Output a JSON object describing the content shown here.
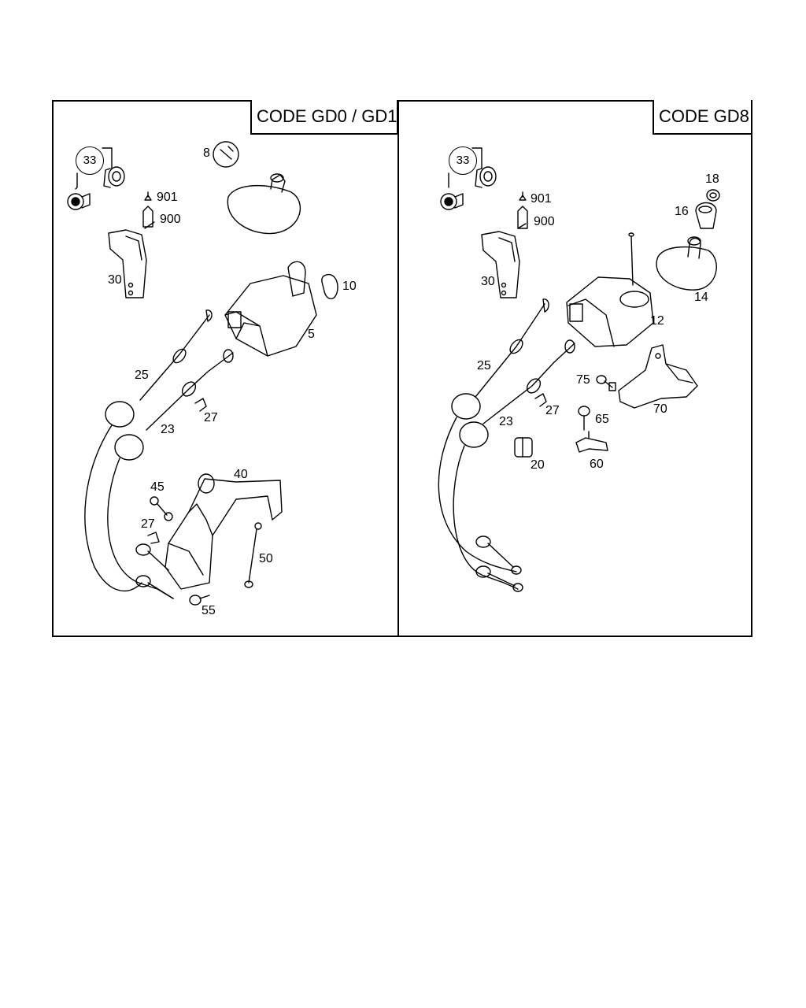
{
  "panels": {
    "left": {
      "code": "CODE GD0 / GD1",
      "callouts": {
        "p33": "33",
        "p901": "901",
        "p900": "900",
        "p30": "30",
        "p8": "8",
        "p10": "10",
        "p5": "5",
        "p25": "25",
        "p23": "23",
        "p27a": "27",
        "p45": "45",
        "p40": "40",
        "p27b": "27",
        "p50": "50",
        "p55": "55"
      }
    },
    "right": {
      "code": "CODE GD8",
      "callouts": {
        "p33": "33",
        "p901": "901",
        "p900": "900",
        "p30": "30",
        "p18": "18",
        "p16": "16",
        "p14": "14",
        "p12": "12",
        "p25": "25",
        "p27": "27",
        "p23": "23",
        "p75": "75",
        "p65": "65",
        "p70": "70",
        "p20": "20",
        "p60": "60"
      }
    }
  }
}
